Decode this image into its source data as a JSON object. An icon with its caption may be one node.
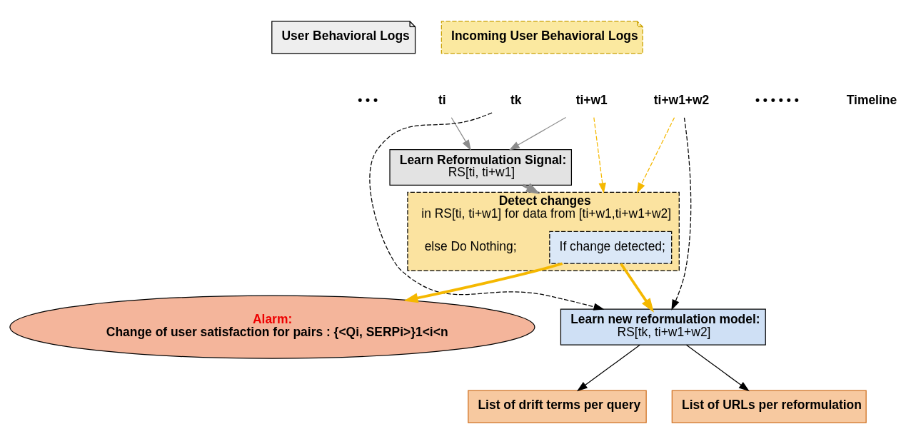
{
  "diagram": {
    "nodes": [
      {
        "text": [
          "User Behavioral Logs"
        ]
      },
      {
        "text": [
          "Incoming User Behavioral Logs"
        ]
      },
      {
        "text": [
          "ti"
        ]
      },
      {
        "text": [
          "tk"
        ]
      },
      {
        "text": [
          "ti+w1"
        ]
      },
      {
        "text": [
          "ti+w1+w2"
        ]
      },
      {
        "text": [
          "Learn Reformulation Signal:",
          "RS[ti, ti+w1]"
        ]
      },
      {
        "text": [
          "Detect changes",
          "in RS[ti, ti+w1] for data from [ti+w1,ti+w1+w2]"
        ]
      },
      {
        "text": [
          "If change detected;"
        ],
        "in": 7
      },
      {
        "text": [
          "else Do Nothing;"
        ],
        "in": 7
      },
      {
        "text": [
          "Alarm:",
          "Change of user satisfaction for pairs : {<Qi, SERPi>}1<i<n"
        ]
      },
      {
        "text": [
          "Learn new reformulation model:",
          "RS[tk, ti+w1+w2]"
        ]
      },
      {
        "text": [
          "List of drift terms per query"
        ]
      },
      {
        "text": [
          "List of URLs per reformulation"
        ]
      }
    ],
    "edges": [
      {
        "from": 2,
        "to": 6,
        "arrow": "to",
        "color": "#8c8c8c"
      },
      {
        "from": 4,
        "to": 6,
        "arrow": "to",
        "color": "#8c8c8c"
      },
      {
        "from": 4,
        "to": 7,
        "arrow": "to",
        "style": "dashed",
        "color": "#f5b800"
      },
      {
        "from": 5,
        "to": 7,
        "arrow": "to",
        "style": "dashed",
        "color": "#f5b800"
      },
      {
        "from": 3,
        "to": 11,
        "arrow": "to",
        "style": "dashed",
        "color": "#000000"
      },
      {
        "from": 5,
        "to": 11,
        "arrow": "to",
        "style": "dashed",
        "color": "#000000"
      },
      {
        "from": 6,
        "to": 7,
        "arrow": "to",
        "style": "thick",
        "color": "#8c8c8c"
      },
      {
        "from": 8,
        "to": 10,
        "arrow": "to",
        "style": "thick",
        "color": "#f5b800"
      },
      {
        "from": 8,
        "to": 11,
        "arrow": "to",
        "style": "thick",
        "color": "#f5b800"
      },
      {
        "from": 11,
        "to": 12,
        "arrow": "to",
        "color": "#000000"
      },
      {
        "from": 11,
        "to": 13,
        "arrow": "to",
        "color": "#000000"
      }
    ],
    "labels": [
      "• • •",
      "• • • • • •",
      "Timeline"
    ]
  }
}
